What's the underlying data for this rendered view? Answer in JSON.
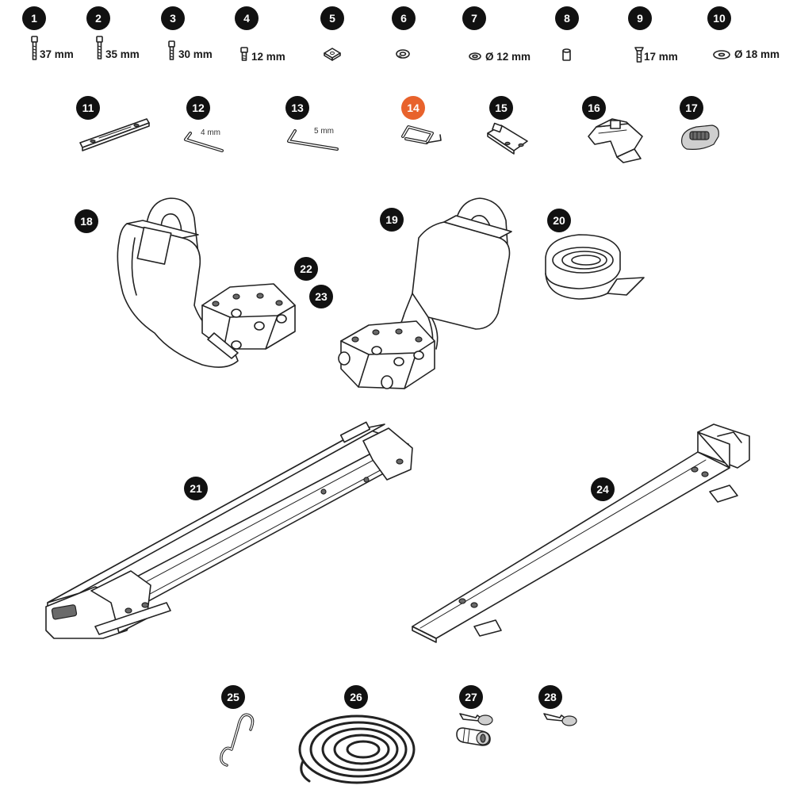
{
  "highlight_color": "#e8622c",
  "parts": [
    {
      "number": "1",
      "size": "37 mm",
      "icon": "bolt-icon"
    },
    {
      "number": "2",
      "size": "35 mm",
      "icon": "bolt-icon"
    },
    {
      "number": "3",
      "size": "30 mm",
      "icon": "bolt-icon"
    },
    {
      "number": "4",
      "size": "12 mm",
      "icon": "bolt-icon"
    },
    {
      "number": "5",
      "size": "",
      "icon": "square-nut-icon"
    },
    {
      "number": "6",
      "size": "",
      "icon": "spring-washer-icon"
    },
    {
      "number": "7",
      "size": "Ø 12 mm",
      "icon": "washer-icon"
    },
    {
      "number": "8",
      "size": "",
      "icon": "spacer-icon"
    },
    {
      "number": "9",
      "size": "17 mm",
      "icon": "screw-icon"
    },
    {
      "number": "10",
      "size": "Ø 18 mm",
      "icon": "washer-icon"
    },
    {
      "number": "11",
      "size": "",
      "icon": "rail-plate-icon"
    },
    {
      "number": "12",
      "size": "4 mm",
      "icon": "hex-key-icon"
    },
    {
      "number": "13",
      "size": "5 mm",
      "icon": "hex-key-icon"
    },
    {
      "number": "14",
      "size": "",
      "icon": "u-clip-icon",
      "highlighted": true
    },
    {
      "number": "15",
      "size": "",
      "icon": "bracket-icon"
    },
    {
      "number": "16",
      "size": "",
      "icon": "clamp-icon"
    },
    {
      "number": "17",
      "size": "",
      "icon": "end-cap-icon"
    },
    {
      "number": "18",
      "size": "",
      "icon": "front-cradle-icon"
    },
    {
      "number": "19",
      "size": "",
      "icon": "rear-cradle-icon"
    },
    {
      "number": "20",
      "size": "",
      "icon": "strap-roll-icon"
    },
    {
      "number": "21",
      "size": "",
      "icon": "main-rail-icon"
    },
    {
      "number": "22",
      "size": "",
      "icon": "cradle-base-icon"
    },
    {
      "number": "23",
      "size": "",
      "icon": "cradle-base-icon"
    },
    {
      "number": "24",
      "size": "",
      "icon": "lower-rail-icon"
    },
    {
      "number": "25",
      "size": "",
      "icon": "s-hook-icon"
    },
    {
      "number": "26",
      "size": "",
      "icon": "coiled-rope-icon"
    },
    {
      "number": "27",
      "size": "",
      "icon": "lock-cylinder-icon"
    },
    {
      "number": "28",
      "size": "",
      "icon": "key-icon"
    }
  ]
}
